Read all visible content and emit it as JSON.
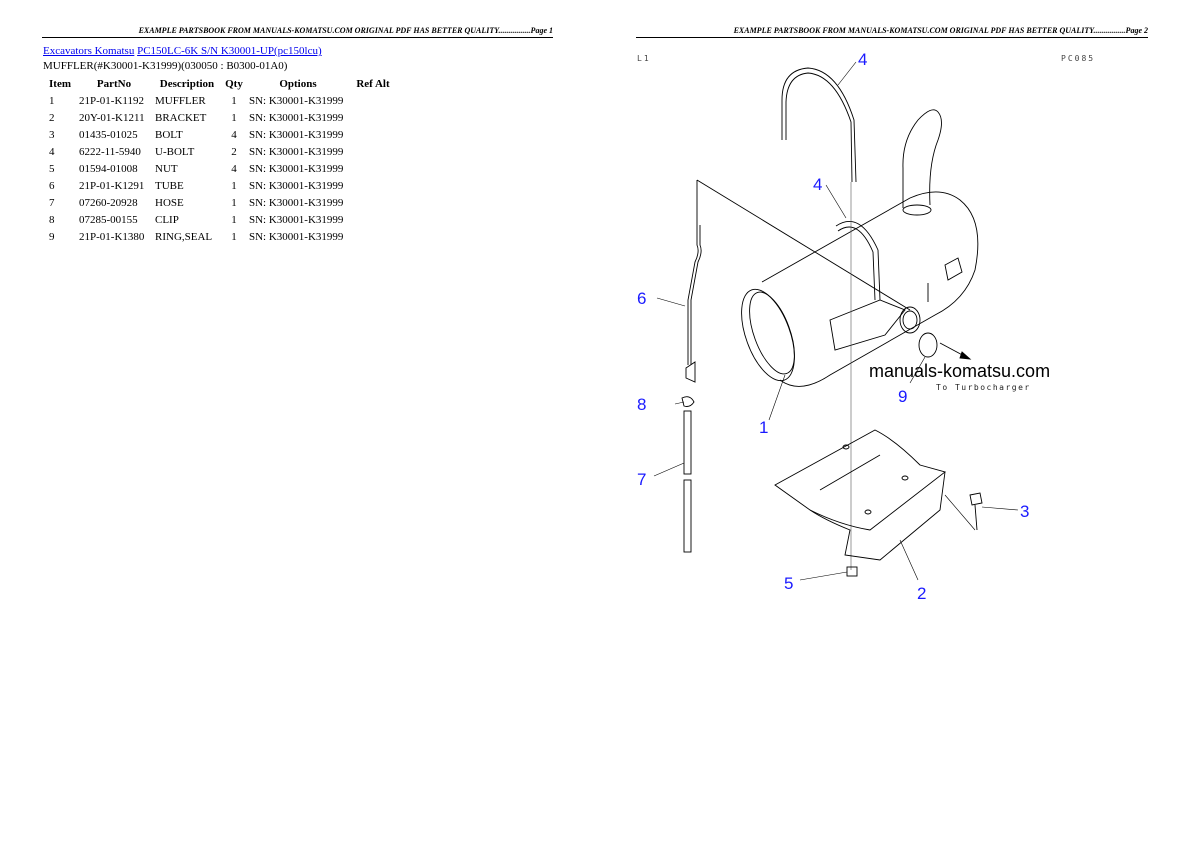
{
  "pages": [
    {
      "header": "EXAMPLE PARTSBOOK FROM MANUALS-KOMATSU.COM ORIGINAL PDF HAS BETTER QUALITY................Page 1",
      "breadcrumb": {
        "link1": "Excavators Komatsu",
        "link2": "PC150LC-6K S/N K30001-UP(pc150lcu)"
      },
      "subtitle": "MUFFLER(#K30001-K31999)(030050 : B0300-01A0)",
      "table": {
        "columns": [
          "Item",
          "PartNo",
          "Description",
          "Qty",
          "Options",
          "Ref Alt"
        ],
        "rows": [
          {
            "item": "1",
            "partno": "21P-01-K1192",
            "description": "MUFFLER",
            "qty": "1",
            "options": "SN: K30001-K31999",
            "refalt": ""
          },
          {
            "item": "2",
            "partno": "20Y-01-K1211",
            "description": "BRACKET",
            "qty": "1",
            "options": "SN: K30001-K31999",
            "refalt": ""
          },
          {
            "item": "3",
            "partno": "01435-01025",
            "description": "BOLT",
            "qty": "4",
            "options": "SN: K30001-K31999",
            "refalt": ""
          },
          {
            "item": "4",
            "partno": "6222-11-5940",
            "description": "U-BOLT",
            "qty": "2",
            "options": "SN: K30001-K31999",
            "refalt": ""
          },
          {
            "item": "5",
            "partno": "01594-01008",
            "description": "NUT",
            "qty": "4",
            "options": "SN: K30001-K31999",
            "refalt": ""
          },
          {
            "item": "6",
            "partno": "21P-01-K1291",
            "description": "TUBE",
            "qty": "1",
            "options": "SN: K30001-K31999",
            "refalt": ""
          },
          {
            "item": "7",
            "partno": "07260-20928",
            "description": "HOSE",
            "qty": "1",
            "options": "SN: K30001-K31999",
            "refalt": ""
          },
          {
            "item": "8",
            "partno": "07285-00155",
            "description": "CLIP",
            "qty": "1",
            "options": "SN: K30001-K31999",
            "refalt": ""
          },
          {
            "item": "9",
            "partno": "21P-01-K1380",
            "description": "RING,SEAL",
            "qty": "1",
            "options": "SN: K30001-K31999",
            "refalt": ""
          }
        ]
      }
    },
    {
      "header": "EXAMPLE PARTSBOOK FROM MANUALS-KOMATSU.COM ORIGINAL PDF HAS BETTER QUALITY................Page 2",
      "diagram": {
        "corner_left": "L1",
        "corner_right": "PC085",
        "watermark": "manuals-komatsu.com",
        "note": "To Turbocharger",
        "callouts": {
          "c1": "1",
          "c2": "2",
          "c3": "3",
          "c4a": "4",
          "c4b": "4",
          "c5": "5",
          "c6": "6",
          "c7": "7",
          "c8": "8",
          "c9": "9"
        }
      }
    }
  ]
}
